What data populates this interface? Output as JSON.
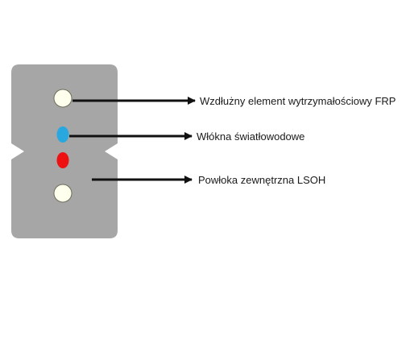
{
  "labels": {
    "strength_member": "Wzdłużny element wytrzymałościowy FRP",
    "optical_fibers": "Włókna światłowodowe",
    "outer_sheath": "Powłoka zewnętrzna LSOH"
  },
  "colors": {
    "sheath": "#a6a6a6",
    "strength_member": "#ffffee",
    "fiber_blue": "#29a8e0",
    "fiber_red": "#ee1111",
    "arrow": "#111111"
  }
}
